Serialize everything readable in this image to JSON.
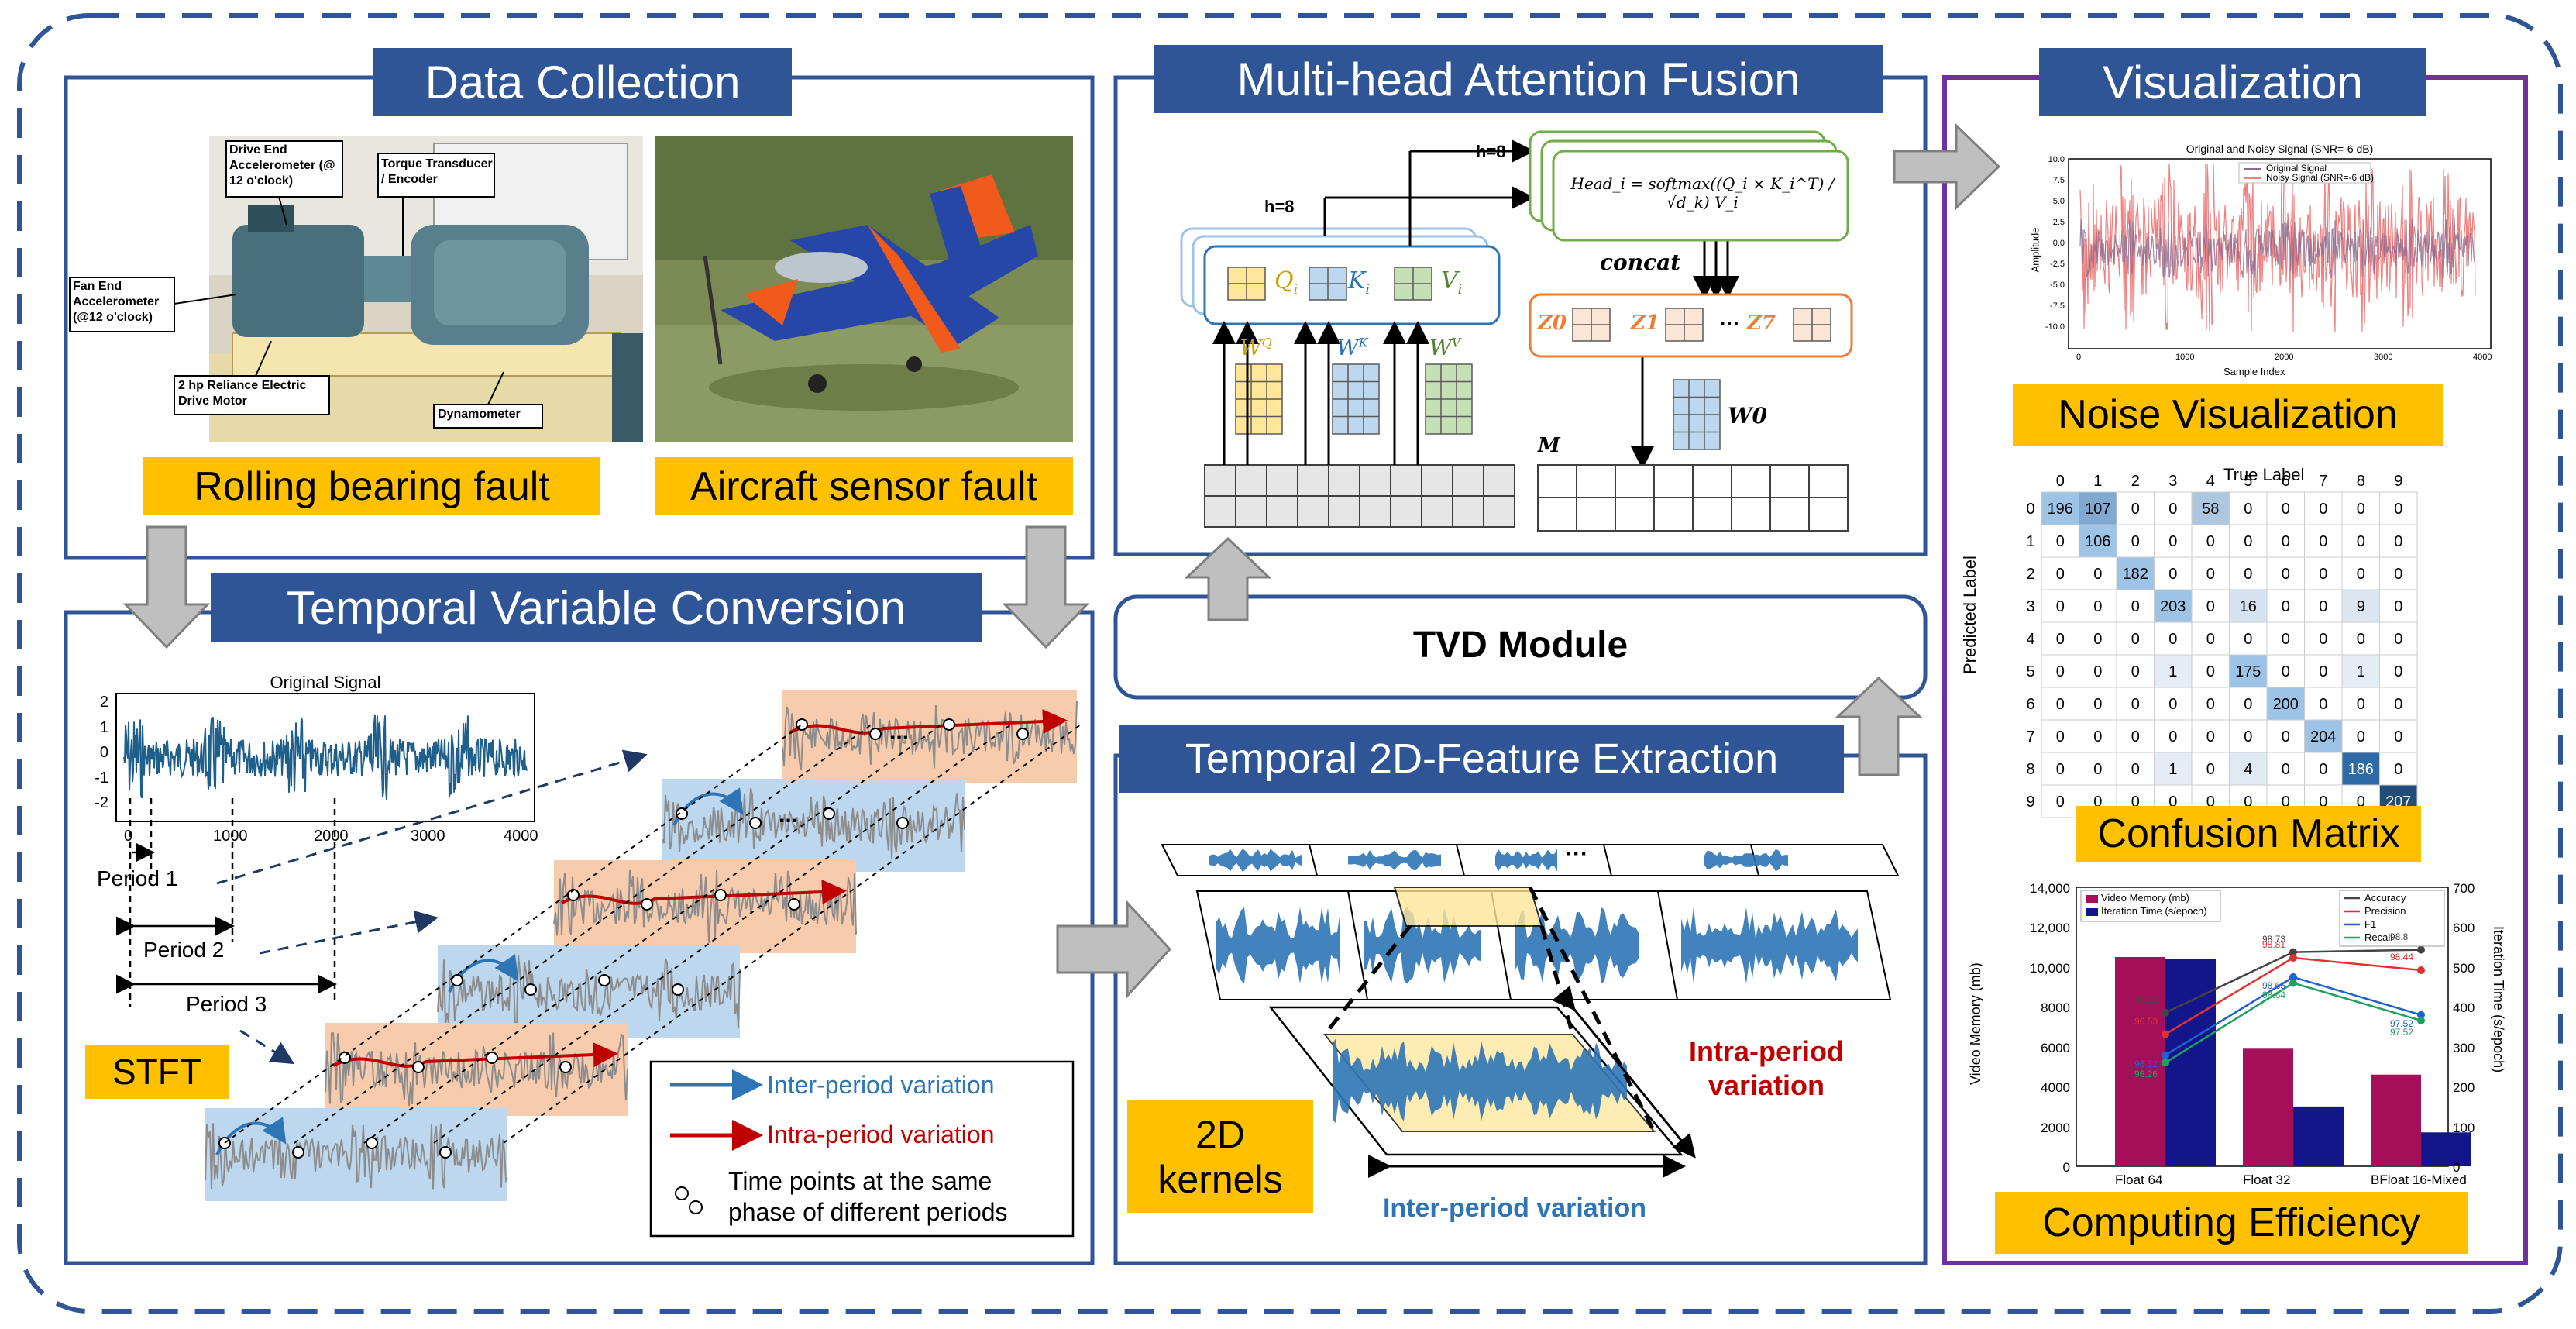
{
  "panels": {
    "data_collection": {
      "title": "Data Collection"
    },
    "temporal_conversion": {
      "title": "Temporal Variable Conversion"
    },
    "attention": {
      "title": "Multi-head Attention Fusion"
    },
    "tvd": {
      "title": "TVD Module"
    },
    "feature_extraction": {
      "title": "Temporal 2D-Feature Extraction"
    },
    "visualization": {
      "title": "Visualization"
    }
  },
  "data_collection": {
    "bearing_label": "Rolling bearing fault",
    "aircraft_label": "Aircraft sensor fault",
    "callouts": {
      "drive_end": "Drive End Accelerometer (@ 12 o'clock)",
      "torque": "Torque Transducer / Encoder",
      "fan_end": "Fan End Accelerometer (@12 o'clock)",
      "motor": "2 hp Reliance Electric Drive Motor",
      "dyno": "Dynamometer"
    }
  },
  "conversion": {
    "signal_title": "Original Signal",
    "x_ticks": [
      "0",
      "1000",
      "2000",
      "3000",
      "4000"
    ],
    "y_ticks": [
      "2",
      "1",
      "0",
      "-1",
      "-2"
    ],
    "period1": "Period 1",
    "period2": "Period 2",
    "period3": "Period 3",
    "stft": "STFT",
    "legend": {
      "inter": "Inter-period variation",
      "intra": "Intra-period variation",
      "points_line1": "Time points at the same",
      "points_line2": "phase of different periods"
    },
    "ellipsis": "..."
  },
  "attention": {
    "h_left": "h=8",
    "h_right": "h=8",
    "q": "Q",
    "k": "K",
    "v": "V",
    "sub_i": "i",
    "wq": "W",
    "wk": "W",
    "wv": "W",
    "sup_q": "Q",
    "sup_k": "K",
    "sup_v": "V",
    "head_formula": "Head_i = softmax((Q_i × K_i^T) / √d_k) V_i",
    "concat": "concat",
    "z0": "Z0",
    "z1": "Z1",
    "z7": "Z7",
    "zdots": "···",
    "w0": "W0",
    "m": "M"
  },
  "feature": {
    "intra1": "Intra-period",
    "intra2": "variation",
    "inter": "Inter-period variation",
    "kernels1": "2D",
    "kernels2": "kernels",
    "dots": "···"
  },
  "viz": {
    "noise_label": "Noise Visualization",
    "confusion_label": "Confusion Matrix",
    "efficiency_label": "Computing Efficiency",
    "noise_chart": {
      "title": "Original and Noisy Signal (SNR=-6 dB)",
      "legend": [
        "Original Signal",
        "Noisy Signal (SNR=-6 dB)"
      ],
      "ylabel": "Amplitude",
      "xlabel": "Sample Index",
      "x_ticks": [
        "0",
        "1000",
        "2000",
        "3000",
        "4000"
      ],
      "y_ticks": [
        "10.0",
        "7.5",
        "5.0",
        "2.5",
        "0.0",
        "-2.5",
        "-5.0",
        "-7.5",
        "-10.0"
      ]
    },
    "confusion": {
      "xlabel": "True Label",
      "ylabel": "Predicted Label",
      "labels": [
        "0",
        "1",
        "2",
        "3",
        "4",
        "5",
        "6",
        "7",
        "8",
        "9"
      ],
      "matrix": [
        [
          196,
          107,
          0,
          0,
          58,
          0,
          0,
          0,
          0,
          0
        ],
        [
          0,
          106,
          0,
          0,
          0,
          0,
          0,
          0,
          0,
          0
        ],
        [
          0,
          0,
          182,
          0,
          0,
          0,
          0,
          0,
          0,
          0
        ],
        [
          0,
          0,
          0,
          203,
          0,
          16,
          0,
          0,
          9,
          0
        ],
        [
          0,
          0,
          0,
          0,
          0,
          0,
          0,
          0,
          0,
          0
        ],
        [
          0,
          0,
          0,
          1,
          0,
          175,
          0,
          0,
          1,
          0
        ],
        [
          0,
          0,
          0,
          0,
          0,
          0,
          200,
          0,
          0,
          0
        ],
        [
          0,
          0,
          0,
          0,
          0,
          0,
          0,
          204,
          0,
          0
        ],
        [
          0,
          0,
          0,
          1,
          0,
          4,
          0,
          0,
          186,
          0
        ],
        [
          0,
          0,
          0,
          0,
          0,
          0,
          0,
          0,
          0,
          207
        ]
      ]
    },
    "efficiency": {
      "left_label": "Video Memory (mb)",
      "right_label": "Iteration Time (s/epoch)",
      "legend_left": [
        "Video Memory (mb)",
        "Iteration Time (s/epoch)"
      ],
      "legend_right": [
        "Accuracy",
        "Precision",
        "F1",
        "Recall"
      ],
      "categories": [
        "Float 64",
        "Float 32",
        "BFloat 16-Mixed"
      ],
      "memory": [
        10500,
        5900,
        4600
      ],
      "iter_time": [
        520,
        150,
        85
      ],
      "left_ticks": [
        "14,000",
        "12,000",
        "10,000",
        "8000",
        "6000",
        "4000",
        "2000",
        "0"
      ],
      "right_ticks": [
        "700",
        "600",
        "500",
        "400",
        "300",
        "200",
        "100",
        "0"
      ],
      "accuracy": [
        "96.92",
        "98.73",
        "98.8"
      ],
      "precision": [
        "96.53",
        "98.81",
        "98.44"
      ],
      "f1": [
        "96.32",
        "98.65",
        "97.52"
      ],
      "recall": [
        "96.26",
        "98.64",
        "97.52"
      ]
    }
  }
}
